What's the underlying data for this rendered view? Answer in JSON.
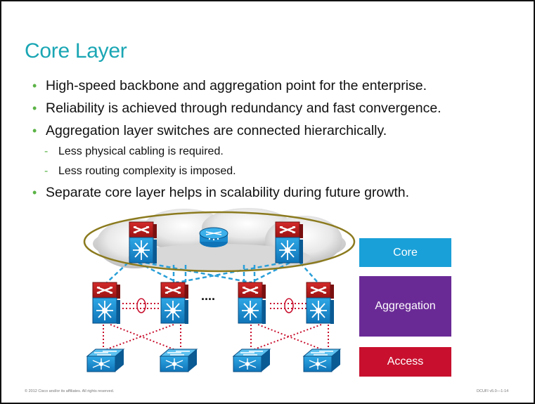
{
  "slide": {
    "title": "Core Layer",
    "bullets": [
      "High-speed backbone and aggregation point for the enterprise.",
      "Reliability is achieved through redundancy and fast convergence.",
      "Aggregation layer switches are connected hierarchically."
    ],
    "sub_bullets": [
      "Less physical cabling is required.",
      "Less routing complexity is imposed."
    ],
    "last_bullet": "Separate core layer helps in scalability during future growth.",
    "bullet_glyph": "•",
    "dash_glyph": "-",
    "legend": {
      "core": "Core",
      "aggregation": "Aggregation",
      "access": "Access",
      "core_color": "#1aa0d8",
      "aggregation_color": "#6a2a96",
      "access_color": "#c8102e"
    },
    "ellipsis": "....",
    "footer_left": "© 2012 Cisco and/or its affiliates. All rights reserved.",
    "footer_right": "DCUFI v5.0—1-14"
  }
}
